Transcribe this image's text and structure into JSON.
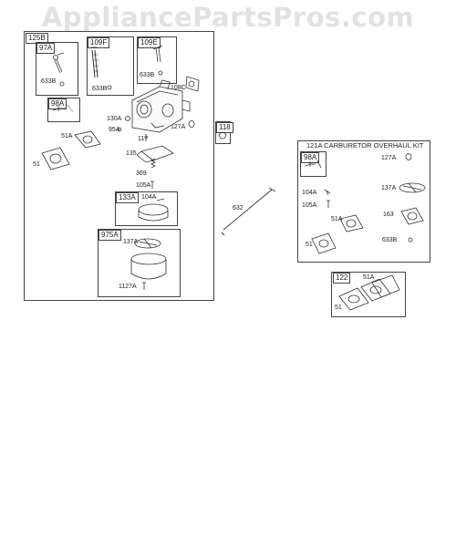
{
  "watermark": "AppliancePartsPros.com",
  "main_assembly": {
    "tag": "125B",
    "sub_97a": {
      "tag": "97A",
      "label": "633B"
    },
    "sub_109f": {
      "tag": "109F",
      "label": "633B"
    },
    "sub_109e": {
      "tag": "109E",
      "label": "633B"
    },
    "sub_98a": {
      "tag": "98A"
    },
    "sub_133a": {
      "tag": "133A",
      "label": "104A"
    },
    "sub_975a": {
      "tag": "975A",
      "label_top": "137A",
      "label_bottom": "1127A"
    },
    "labels": {
      "l108c": "108C",
      "l130a": "130A",
      "l127a": "127A",
      "l95a": "95A",
      "l117": "117",
      "l51a": "51A",
      "l51": "51",
      "l135": "135",
      "l369": "369",
      "l105a": "105A"
    }
  },
  "part_118": {
    "tag": "118"
  },
  "part_632": {
    "label": "632"
  },
  "overhaul_kit": {
    "title": "121A CARBURETOR OVERHAUL KIT",
    "sub_98a": {
      "tag": "98A"
    },
    "labels": {
      "l127a": "127A",
      "l104a": "104A",
      "l137a": "137A",
      "l105a": "105A",
      "l51a": "51A",
      "l163": "163",
      "l51": "51",
      "l633b": "633B"
    }
  },
  "gasket_set": {
    "tag": "122",
    "l51a": "51A",
    "l51": "51"
  }
}
